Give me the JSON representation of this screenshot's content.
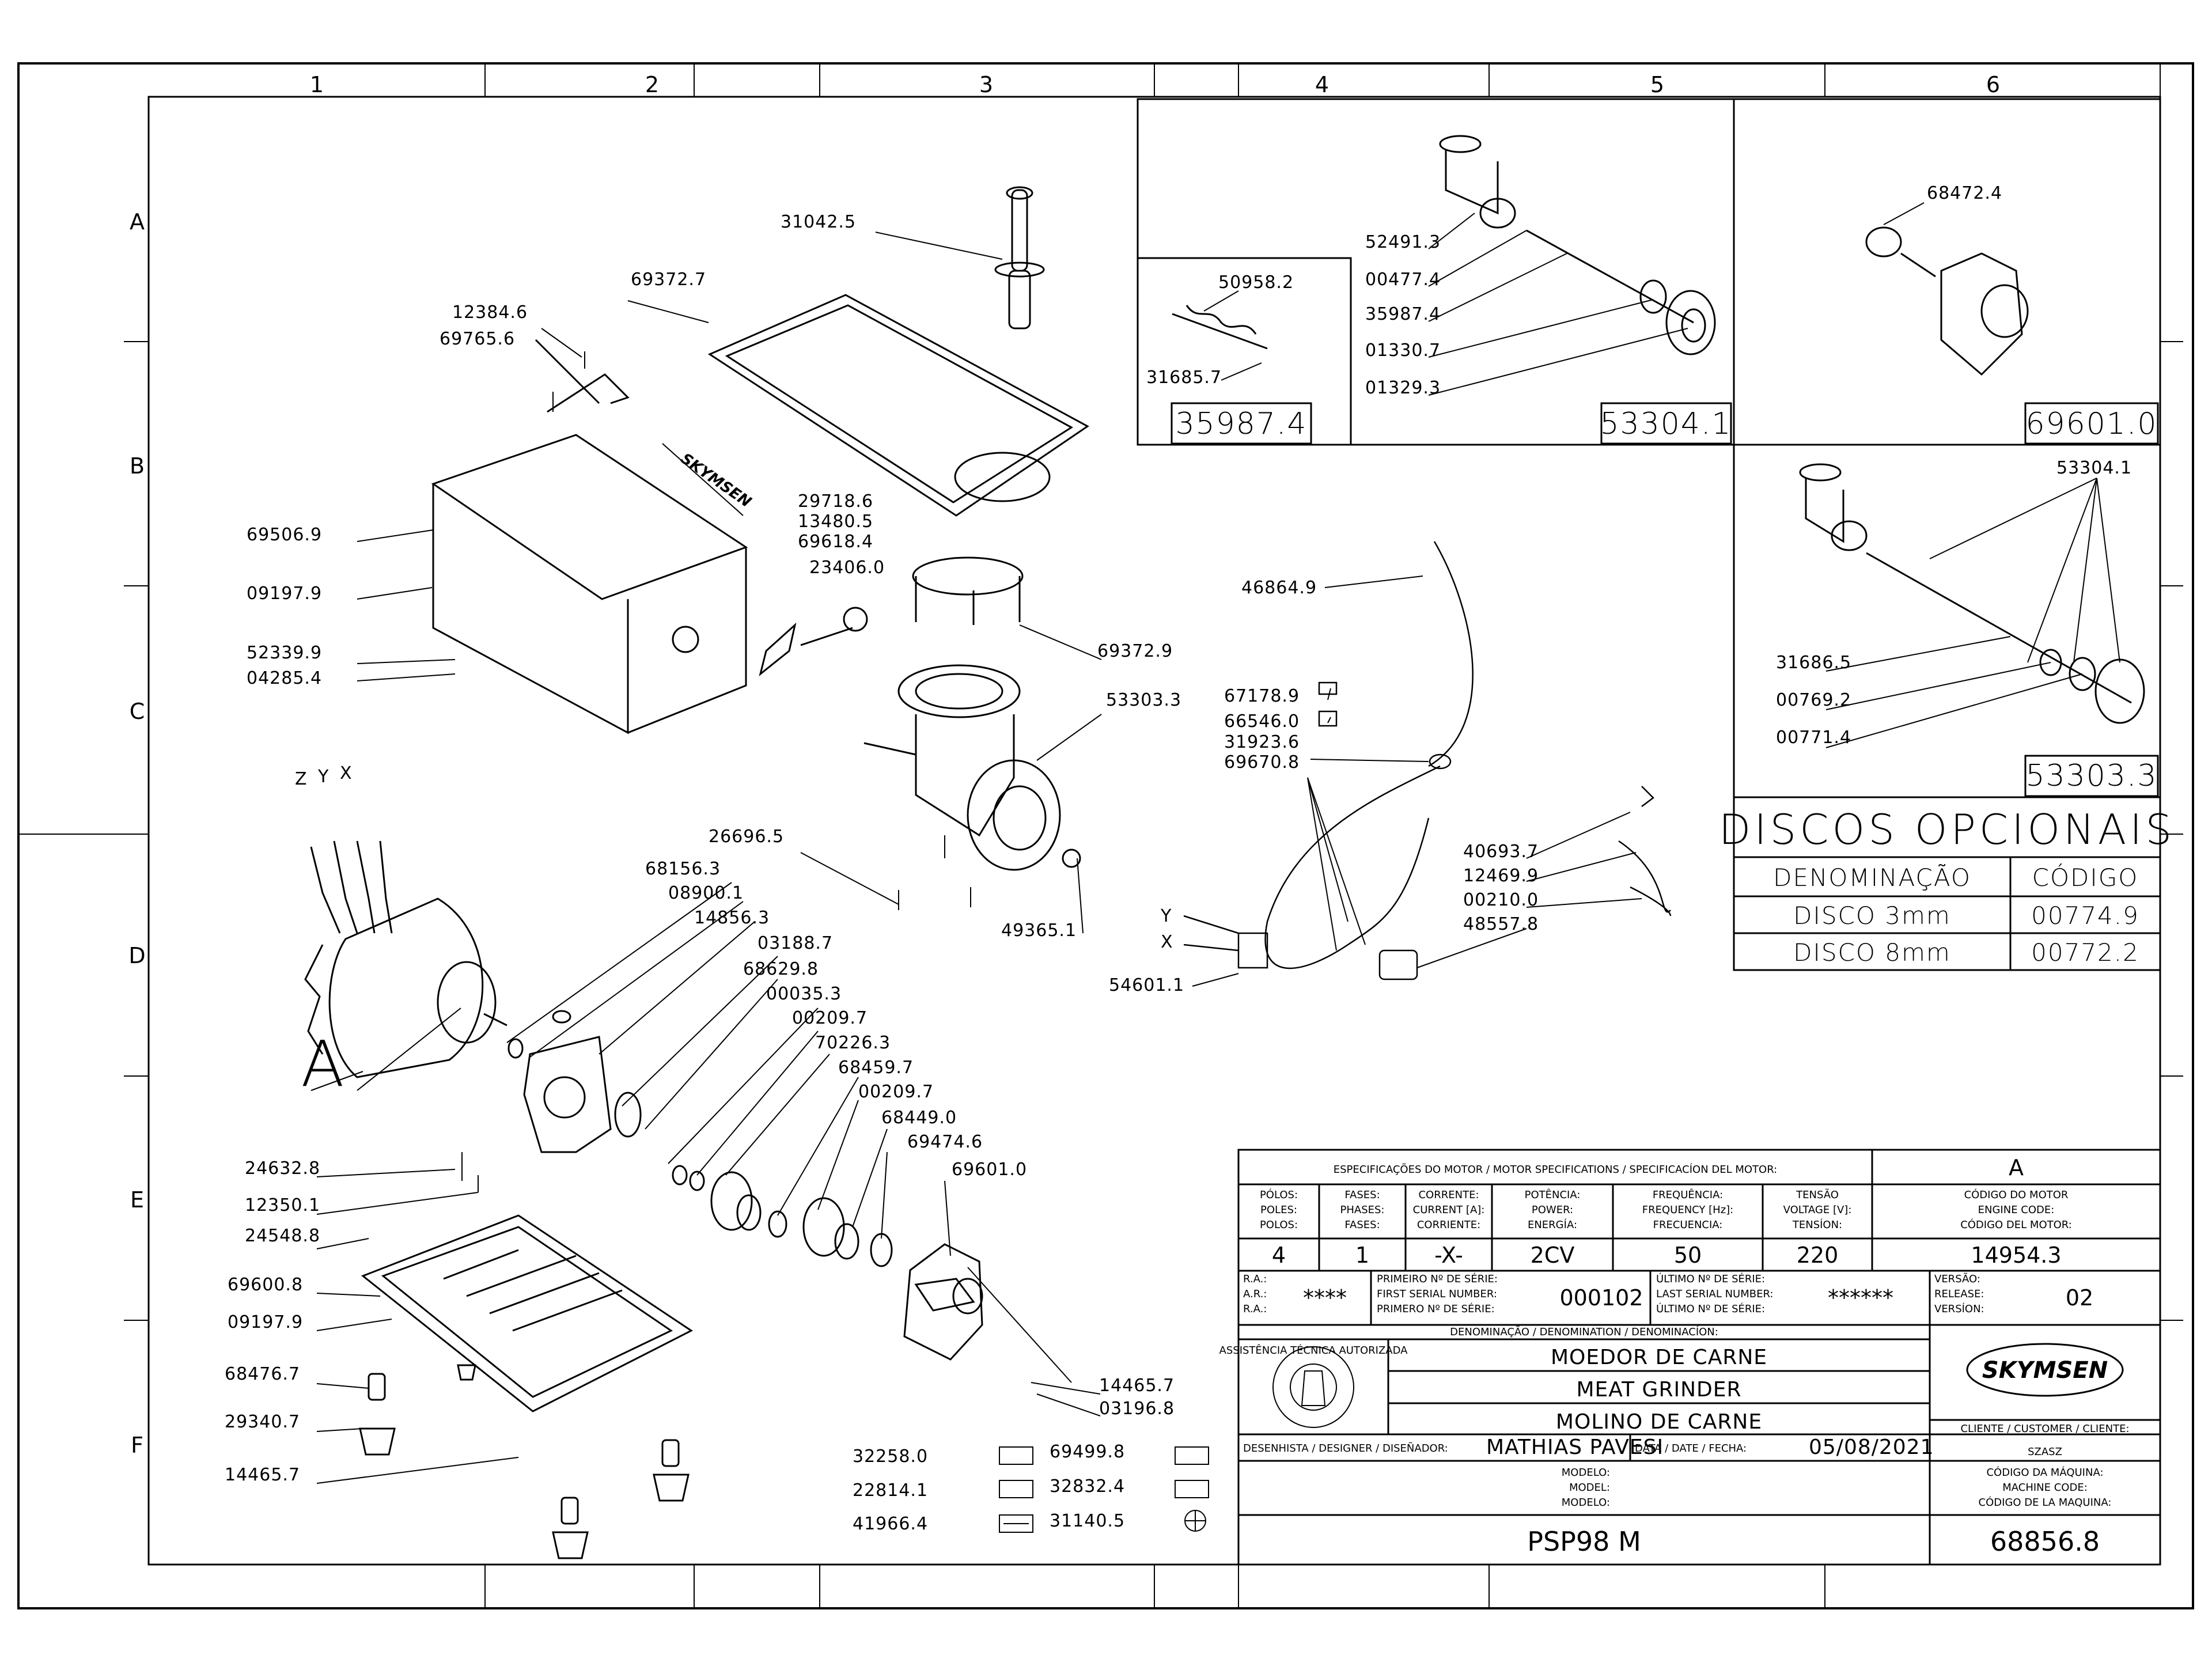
{
  "grid": {
    "columns": [
      "1",
      "2",
      "3",
      "4",
      "5",
      "6"
    ],
    "rows": [
      "A",
      "B",
      "C",
      "D",
      "E",
      "F"
    ]
  },
  "parts": [
    "31042.5",
    "69372.7",
    "12384.6",
    "69765.6",
    "29718.6",
    "13480.5",
    "69618.4",
    "23406.0",
    "69506.9",
    "09197.9",
    "52339.9",
    "04285.4",
    "69372.9",
    "53303.3",
    "26696.5",
    "49365.1",
    "68156.3",
    "08900.1",
    "14856.3",
    "03188.7",
    "68629.8",
    "00035.3",
    "00209.7",
    "70226.3",
    "68459.7",
    "00209.7",
    "68449.0",
    "69474.6",
    "69601.0",
    "24632.8",
    "12350.1",
    "24548.8",
    "69600.8",
    "09197.9",
    "68476.7",
    "29340.7",
    "14465.7",
    "14465.7",
    "03196.8",
    "32258.0",
    "22814.1",
    "41966.4",
    "69499.8",
    "32832.4",
    "31140.5",
    "46864.9",
    "67178.9",
    "66546.0",
    "31923.6",
    "69670.8",
    "40693.7",
    "12469.9",
    "00210.0",
    "48557.8",
    "54601.1",
    "50958.2",
    "31685.7",
    "52491.3",
    "00477.4",
    "35987.4",
    "01330.7",
    "01329.3",
    "68472.4",
    "53304.1",
    "31686.5",
    "00769.2",
    "00771.4"
  ],
  "motor_axes": [
    "Z",
    "Y",
    "X"
  ],
  "motor_detail_label": "A",
  "wiring_labels": [
    "Y",
    "X"
  ],
  "brand_logo_text": "SKYMSEN",
  "subassemblies": {
    "a": "35987.4",
    "b": "53304.1",
    "c": "69601.0",
    "d": "53303.3"
  },
  "discos": {
    "title": "DISCOS OPCIONAIS",
    "header": [
      "DENOMINAÇÃO",
      "CÓDIGO"
    ],
    "rows": [
      [
        "DISCO 3mm",
        "00774.9"
      ],
      [
        "DISCO 8mm",
        "00772.2"
      ]
    ]
  },
  "title_block": {
    "motor_spec_title": "ESPECIFICAÇÕES DO MOTOR / MOTOR SPECIFICATIONS / SPECIFICACÍON DEL MOTOR:",
    "version_letter": "A",
    "spec_headers": [
      [
        "PÓLOS:",
        "POLES:",
        "POLOS:"
      ],
      [
        "FASES:",
        "PHASES:",
        "FASES:"
      ],
      [
        "CORRENTE:",
        "CURRENT [A]:",
        "CORRIENTE:"
      ],
      [
        "POTÊNCIA:",
        "POWER:",
        "ENERGÍA:"
      ],
      [
        "FREQUÊNCIA:",
        "FREQUENCY [Hz]:",
        "FRECUENCIA:"
      ],
      [
        "TENSÃO",
        "VOLTAGE [V]:",
        "TENSÍON:"
      ]
    ],
    "spec_values": [
      "4",
      "1",
      "-X-",
      "2CV",
      "50",
      "220"
    ],
    "engine_code_labels": [
      "CÓDIGO DO MOTOR",
      "ENGINE CODE:",
      "CÓDIGO DEL MOTOR:"
    ],
    "engine_code": "14954.3",
    "ra_labels": [
      "R.A.:",
      "A.R.:",
      "R.A.:"
    ],
    "ra_value": "****",
    "first_serial_labels": [
      "PRIMEIRO Nº DE SÉRIE:",
      "FIRST SERIAL NUMBER:",
      "PRIMERO Nº DE SÉRIE:"
    ],
    "first_serial": "000102",
    "last_serial_labels": [
      "ÚLTIMO Nº DE SÉRIE:",
      "LAST SERIAL NUMBER:",
      "ÚLTIMO Nº DE SÉRIE:"
    ],
    "last_serial": "******",
    "version_labels": [
      "VERSÃO:",
      "RELEASE:",
      "VERSÍON:"
    ],
    "version": "02",
    "denomination_label": "DENOMINAÇÃO / DENOMINATION / DENOMINACÍON:",
    "names": [
      "MOEDOR DE CARNE",
      "MEAT GRINDER",
      "MOLINO DE CARNE"
    ],
    "stamp_text": "ASSISTÊNCIA TÉCNICA AUTORIZADA",
    "client_label": "CLIENTE / CUSTOMER / CLIENTE:",
    "client": "SZASZ",
    "designer_label": "DESENHISTA / DESIGNER / DISEÑADOR:",
    "designer": "MATHIAS PAVESI",
    "date_label": "DATA / DATE / FECHA:",
    "date": "05/08/2021",
    "model_labels": [
      "MODELO:",
      "MODEL:",
      "MODELO:"
    ],
    "machine_code_labels": [
      "CÓDIGO DA MÁQUINA:",
      "MACHINE CODE:",
      "CÓDIGO DE LA MAQUINA:"
    ],
    "model": "PSP98 M",
    "machine_code": "68856.8"
  }
}
